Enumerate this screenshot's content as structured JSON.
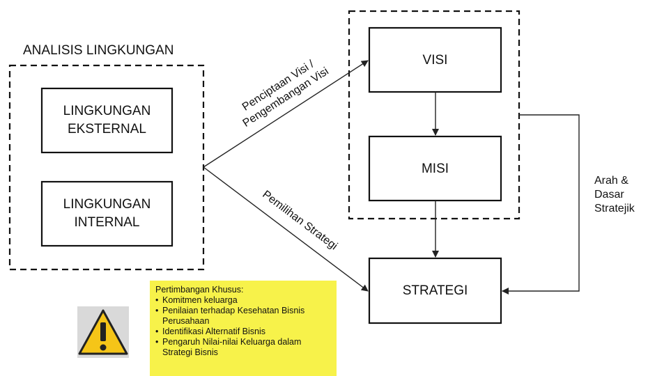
{
  "analysis": {
    "title": "ANALISIS LINGKUNGAN",
    "external_line1": "LINGKUNGAN",
    "external_line2": "EKSTERNAL",
    "internal_line1": "LINGKUNGAN",
    "internal_line2": "INTERNAL"
  },
  "visi": "VISI",
  "misi": "MISI",
  "strategi": "STRATEGI",
  "edges": {
    "to_visi_line1": "Penciptaan Visi /",
    "to_visi_line2": "Pengembangan Visi",
    "to_strategi": "Pemilihan Strategi",
    "arah_line1": "Arah &",
    "arah_line2": "Dasar",
    "arah_line3": "Stratejik"
  },
  "note": {
    "title": "Pertimbangan Khusus:",
    "items": [
      "Komitmen keluarga",
      "Penilaian terhadap Kesehatan Bisnis Perusahaan",
      "Identifikasi Alternatif Bisnis",
      "Pengaruh Nilai-nilai Keluarga dalam Strategi Bisnis"
    ]
  },
  "colors": {
    "note_background": "#f7f24a",
    "warning_fill": "#f5c518",
    "warning_background": "#d9d9d9"
  },
  "icons": {
    "warning": "warning-icon"
  }
}
